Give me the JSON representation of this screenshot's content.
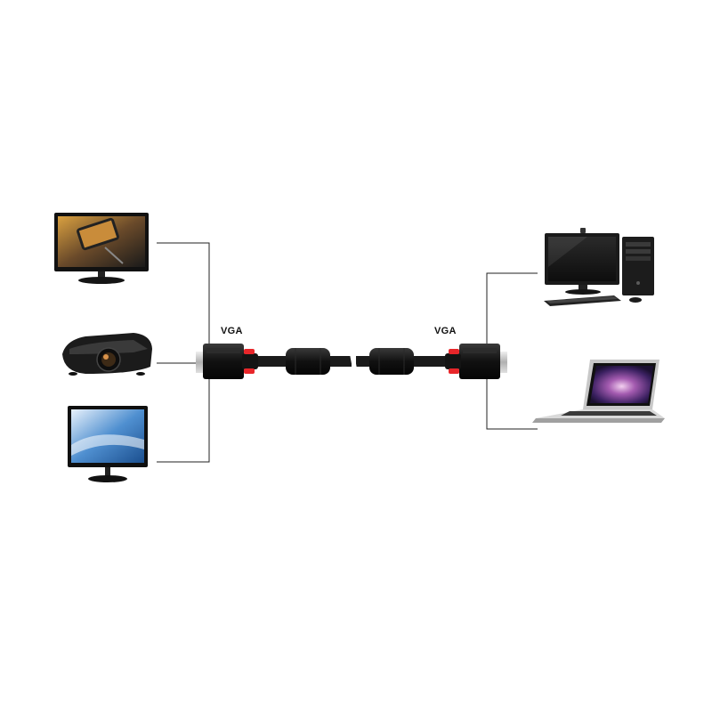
{
  "connectors": {
    "left_label": "VGA",
    "right_label": "VGA"
  },
  "devices": {
    "left": [
      {
        "name": "tv-with-phone-screen",
        "icon": "tv-icon"
      },
      {
        "name": "projector",
        "icon": "projector-icon"
      },
      {
        "name": "lcd-monitor",
        "icon": "monitor-icon"
      }
    ],
    "right": [
      {
        "name": "desktop-computer",
        "icon": "desktop-pc-icon"
      },
      {
        "name": "laptop",
        "icon": "laptop-icon"
      }
    ]
  },
  "colors": {
    "cable": "#1a1a1a",
    "connector_body": "#141414",
    "connector_accent": "#e8262a",
    "connector_metal": "#c9c9c9",
    "line": "#222222",
    "screen_blue": "#2f6fb3",
    "screen_purple": "#7a3f8f"
  }
}
